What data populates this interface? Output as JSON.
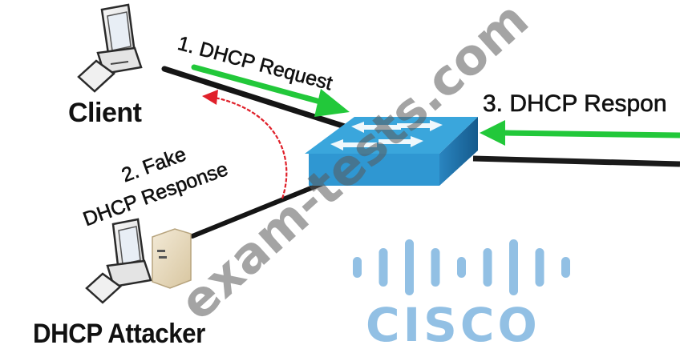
{
  "nodes": {
    "client": {
      "label": "Client",
      "icon": "desktop-computer-icon"
    },
    "attacker": {
      "label": "DHCP Attacker",
      "icon": "desktop-computer-with-server-icon"
    },
    "switch": {
      "icon": "network-switch-icon"
    }
  },
  "steps": {
    "step1": "1. DHCP Request",
    "step2_line1": "2. Fake",
    "step2_line2": "DHCP Response",
    "step3": "3. DHCP Respon"
  },
  "logo": {
    "text": "CISCO",
    "bars": [
      1,
      2,
      3,
      2,
      1,
      2,
      3,
      2,
      1
    ]
  },
  "watermark": "exam-tests.com",
  "colors": {
    "legit_arrow": "#22c83a",
    "fake_arrow": "#e0202a",
    "cable": "#151515",
    "switch_top": "#3aa6dc",
    "switch_front": "#2f97d2",
    "switch_side": "#1b6ea6",
    "logo": "#92c0e4",
    "watermark": "#5a5a5a"
  }
}
